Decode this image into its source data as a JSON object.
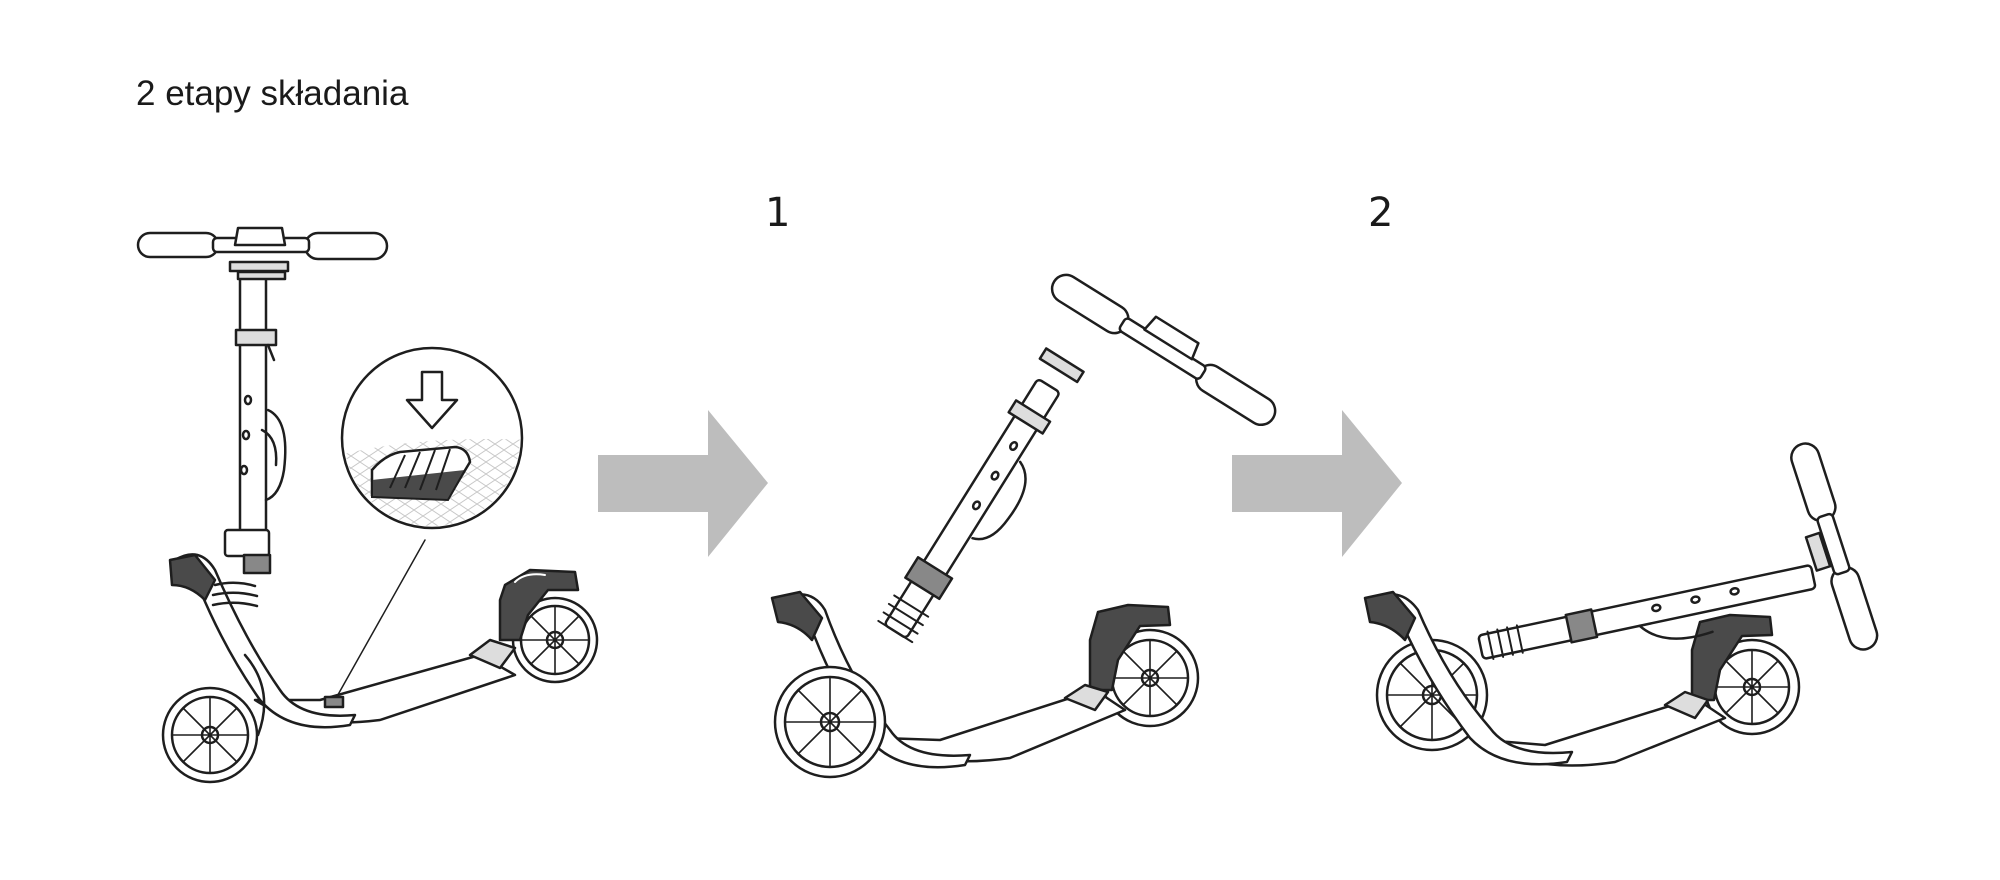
{
  "page": {
    "title": "2 etapy składania"
  },
  "steps": [
    {
      "number": "1"
    },
    {
      "number": "2"
    }
  ],
  "colors": {
    "arrow": "#bdbdbd",
    "line": "#1e1e1e",
    "dark_part": "#4a4a4a",
    "grip": "#ffffff"
  },
  "figures": [
    {
      "name": "scooter-unfolded",
      "shows": "scooter standing upright with zoom callout of foot lever"
    },
    {
      "name": "scooter-folding",
      "shows": "steering column tilted back"
    },
    {
      "name": "scooter-folded",
      "shows": "steering column lowered onto deck"
    }
  ],
  "icons": [
    "down-arrow-icon",
    "right-arrow-icon"
  ]
}
